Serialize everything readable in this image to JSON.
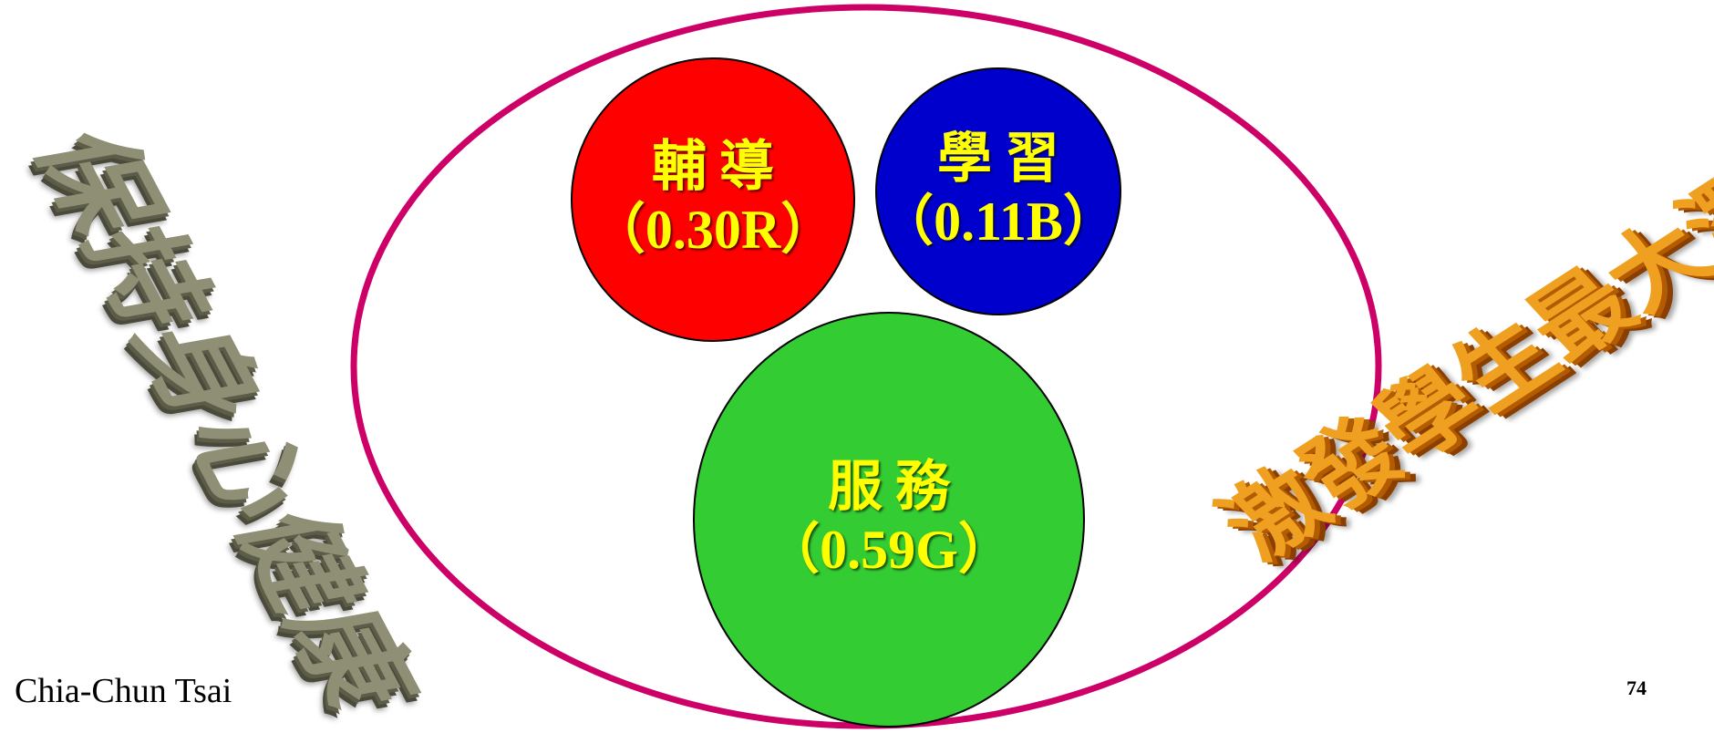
{
  "circles": {
    "counseling": {
      "name": "輔導",
      "value": "（0.30R）",
      "color": "#ff0000"
    },
    "learning": {
      "name": "學習",
      "value": "（0.11B）",
      "color": "#0000cc"
    },
    "service": {
      "name": "服務",
      "value": "（0.59G）",
      "color": "#33cc33"
    }
  },
  "colors": {
    "ellipse_stroke": "#cc0066",
    "label_text": "#ffff00"
  },
  "wordart": {
    "left": "保持身心健康",
    "right": "激發學生最大潛能"
  },
  "footer": {
    "author": "Chia-Chun Tsai",
    "page_number": "74"
  }
}
